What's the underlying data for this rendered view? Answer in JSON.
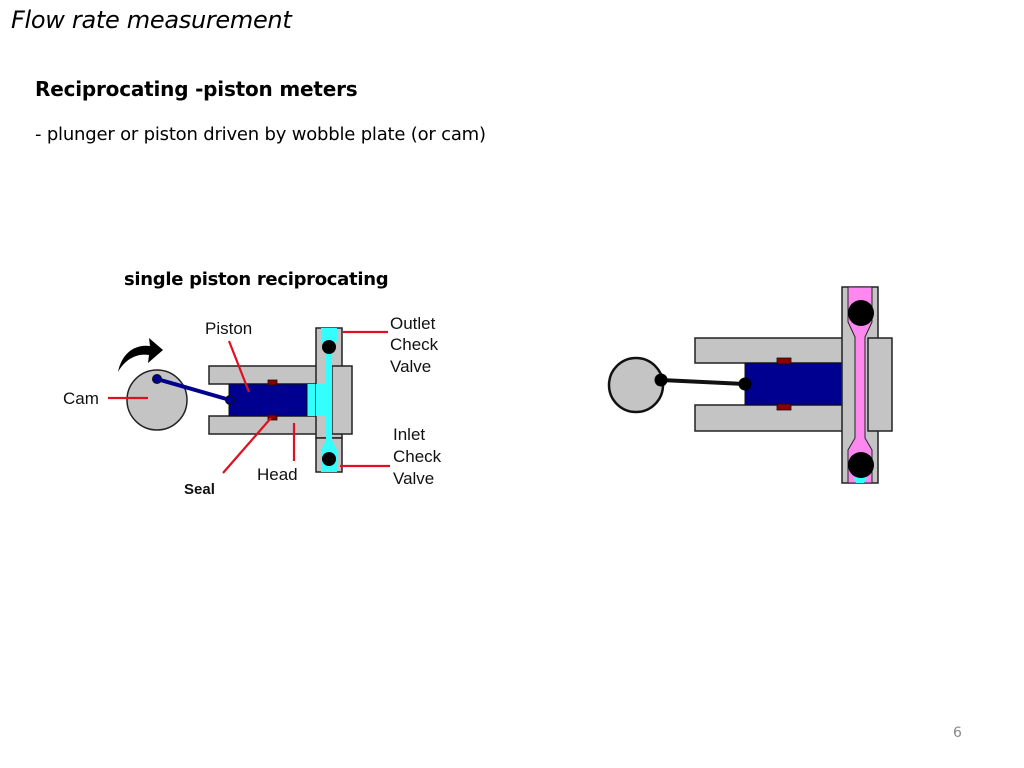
{
  "slide": {
    "title": "Flow rate measurement",
    "heading": "Reciprocating -piston meters",
    "bullet": "- plunger or piston driven by wobble plate (or cam)",
    "page_number": "6"
  },
  "diagram_left": {
    "caption": "single piston reciprocating",
    "labels": {
      "cam": "Cam",
      "piston": "Piston",
      "seal": "Seal",
      "head": "Head",
      "outlet_line1": "Outlet",
      "outlet_line2": "Check",
      "outlet_line3": "Valve",
      "inlet_line1": "Inlet",
      "inlet_line2": "Check",
      "inlet_line3": "Valve"
    },
    "fluid_color": "#33ffff"
  },
  "diagram_right": {
    "fluid_color": "#ff88f0"
  },
  "colors": {
    "body_gray": "#c4c4c4",
    "piston_blue": "#000090",
    "seal_red": "#8b0000",
    "leader_red": "#e01020",
    "cyan": "#33ffff",
    "pink": "#ff88f0"
  }
}
